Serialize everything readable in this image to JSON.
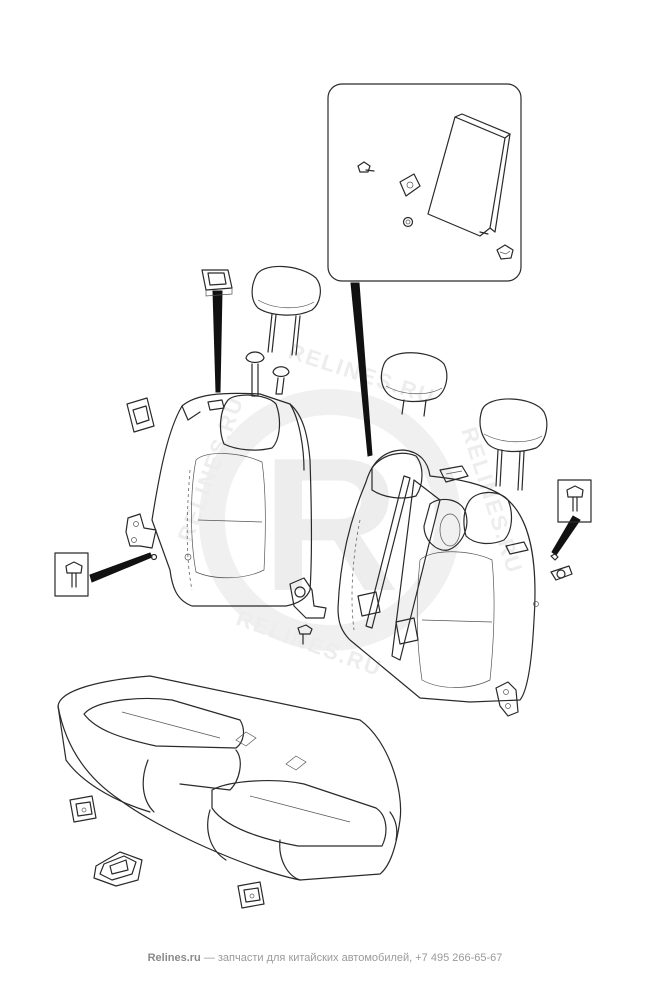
{
  "footer": {
    "brand": "Relines.ru",
    "tagline": "— запчасти для китайских автомобилей, +7 495 266-65-67"
  },
  "watermark": {
    "letter": "R",
    "ring_text": "RELINES.RU"
  }
}
